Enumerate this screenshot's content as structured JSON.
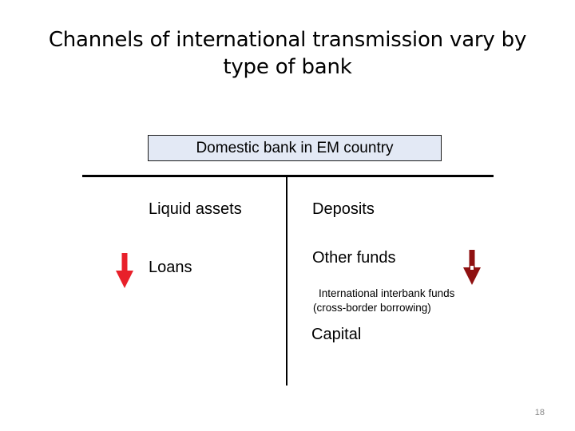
{
  "slide": {
    "title": "Channels of international transmission vary by type of bank",
    "page_number": "18"
  },
  "balance_sheet": {
    "header_label": "Domestic bank in EM country",
    "header_fill_color": "#e3e9f5",
    "header_border_color": "#1a1a1a",
    "assets": [
      {
        "label": "Liquid assets",
        "has_arrow": false
      },
      {
        "label": "Loans",
        "has_arrow": true,
        "arrow_direction": "down",
        "arrow_color": "#e8202a"
      }
    ],
    "liabilities": [
      {
        "label": "Deposits",
        "has_arrow": false
      },
      {
        "label": "Other funds",
        "has_arrow": true,
        "arrow_direction": "down",
        "arrow_color": "#8f1111"
      },
      {
        "label": "Capital",
        "has_arrow": false
      }
    ],
    "note": {
      "line_1": "International interbank funds",
      "line_2": "(cross-border borrowing)"
    }
  }
}
